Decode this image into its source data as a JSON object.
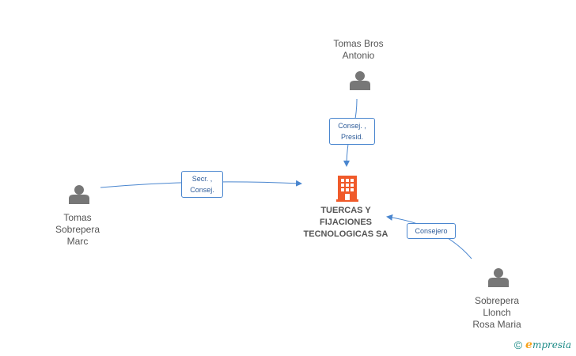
{
  "company": {
    "name_lines": [
      "TUERCAS Y",
      "FIJACIONES",
      "TECNOLOGICAS SA"
    ],
    "icon": "building-icon",
    "color": "#f05a2a"
  },
  "people": [
    {
      "id": "bros",
      "name_lines": [
        "Tomas Bros",
        "Antonio"
      ],
      "icon": "person-icon"
    },
    {
      "id": "sobrepera",
      "name_lines": [
        "Tomas",
        "Sobrepera",
        "Marc"
      ],
      "icon": "person-icon"
    },
    {
      "id": "llonch",
      "name_lines": [
        "Sobrepera",
        "Llonch",
        "Rosa Maria"
      ],
      "icon": "person-icon"
    }
  ],
  "edges": [
    {
      "from": "bros",
      "label_lines": [
        "Consej. ,",
        "Presid."
      ]
    },
    {
      "from": "sobrepera",
      "label_lines": [
        "Secr. ,",
        "Consej."
      ]
    },
    {
      "from": "llonch",
      "label_lines": [
        "Consejero"
      ]
    }
  ],
  "colors": {
    "edge": "#4a86cf",
    "person": "#777777",
    "text": "#555555"
  },
  "footer": {
    "copyright_symbol": "©",
    "brand_initial": "e",
    "brand_rest": "mpresia"
  }
}
